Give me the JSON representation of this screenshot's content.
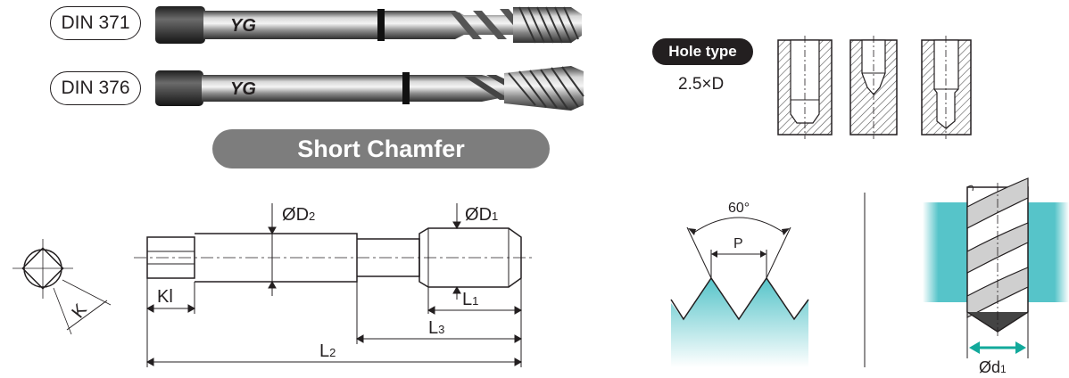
{
  "tools": [
    {
      "standard": "DIN 371",
      "logo": "YG"
    },
    {
      "standard": "DIN 376",
      "logo": "YG"
    }
  ],
  "chamfer_label": "Short Chamfer",
  "hole": {
    "badge": "Hole type",
    "depth": "2.5×D"
  },
  "dimensions": {
    "d2_sym": "Ø",
    "d2_main": "D",
    "d2_sub": "2",
    "d1_sym": "Ø",
    "d1_main": "D",
    "d1_sub": "1",
    "kl": "Kl",
    "k": "K",
    "l1_main": "L",
    "l1_sub": "1",
    "l3_main": "L",
    "l3_sub": "3",
    "l2_main": "L",
    "l2_sub": "2"
  },
  "thread": {
    "angle": "60°",
    "pitch": "P"
  },
  "flute": {
    "dia_sym": "Ø",
    "dia_main": "d",
    "dia_sub": "1"
  },
  "colors": {
    "accent": "#12a99b",
    "cyan": "#56c4c9",
    "chamfer_bg": "#7d7d7d",
    "ink": "#231f20"
  }
}
